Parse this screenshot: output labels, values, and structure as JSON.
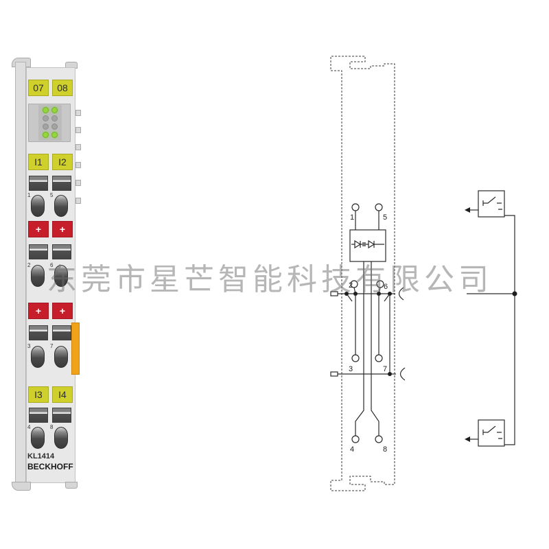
{
  "watermark": "东莞市星芒智能科技有限公司",
  "module": {
    "model": "KL1414",
    "brand": "BECKHOFF",
    "status_labels": [
      "07",
      "08"
    ],
    "leds": [
      true,
      true,
      false,
      false,
      false,
      false,
      true,
      true
    ],
    "groups": [
      {
        "labels": [
          "I1",
          "I2"
        ],
        "pins": [
          "1",
          "5"
        ]
      },
      {
        "labels": [
          "+",
          "+"
        ],
        "pins": [
          "2",
          "6"
        ]
      },
      {
        "labels": [
          "+",
          "+"
        ],
        "pins": [
          "3",
          "7"
        ]
      },
      {
        "labels": [
          "I3",
          "I4"
        ],
        "pins": [
          "4",
          "8"
        ]
      }
    ],
    "colors": {
      "label_yellow": "#cfd02c",
      "label_red": "#c61f2b",
      "accent_orange": "#f0a21a",
      "housing": "#e8e8e8",
      "led_on": "#94d63c"
    }
  },
  "diagram": {
    "pin_labels": [
      "1",
      "5",
      "2",
      "6",
      "3",
      "7",
      "4",
      "8"
    ]
  },
  "sensors": [
    {
      "icon": "proximity-sensor-icon"
    },
    {
      "icon": "proximity-sensor-icon"
    }
  ]
}
